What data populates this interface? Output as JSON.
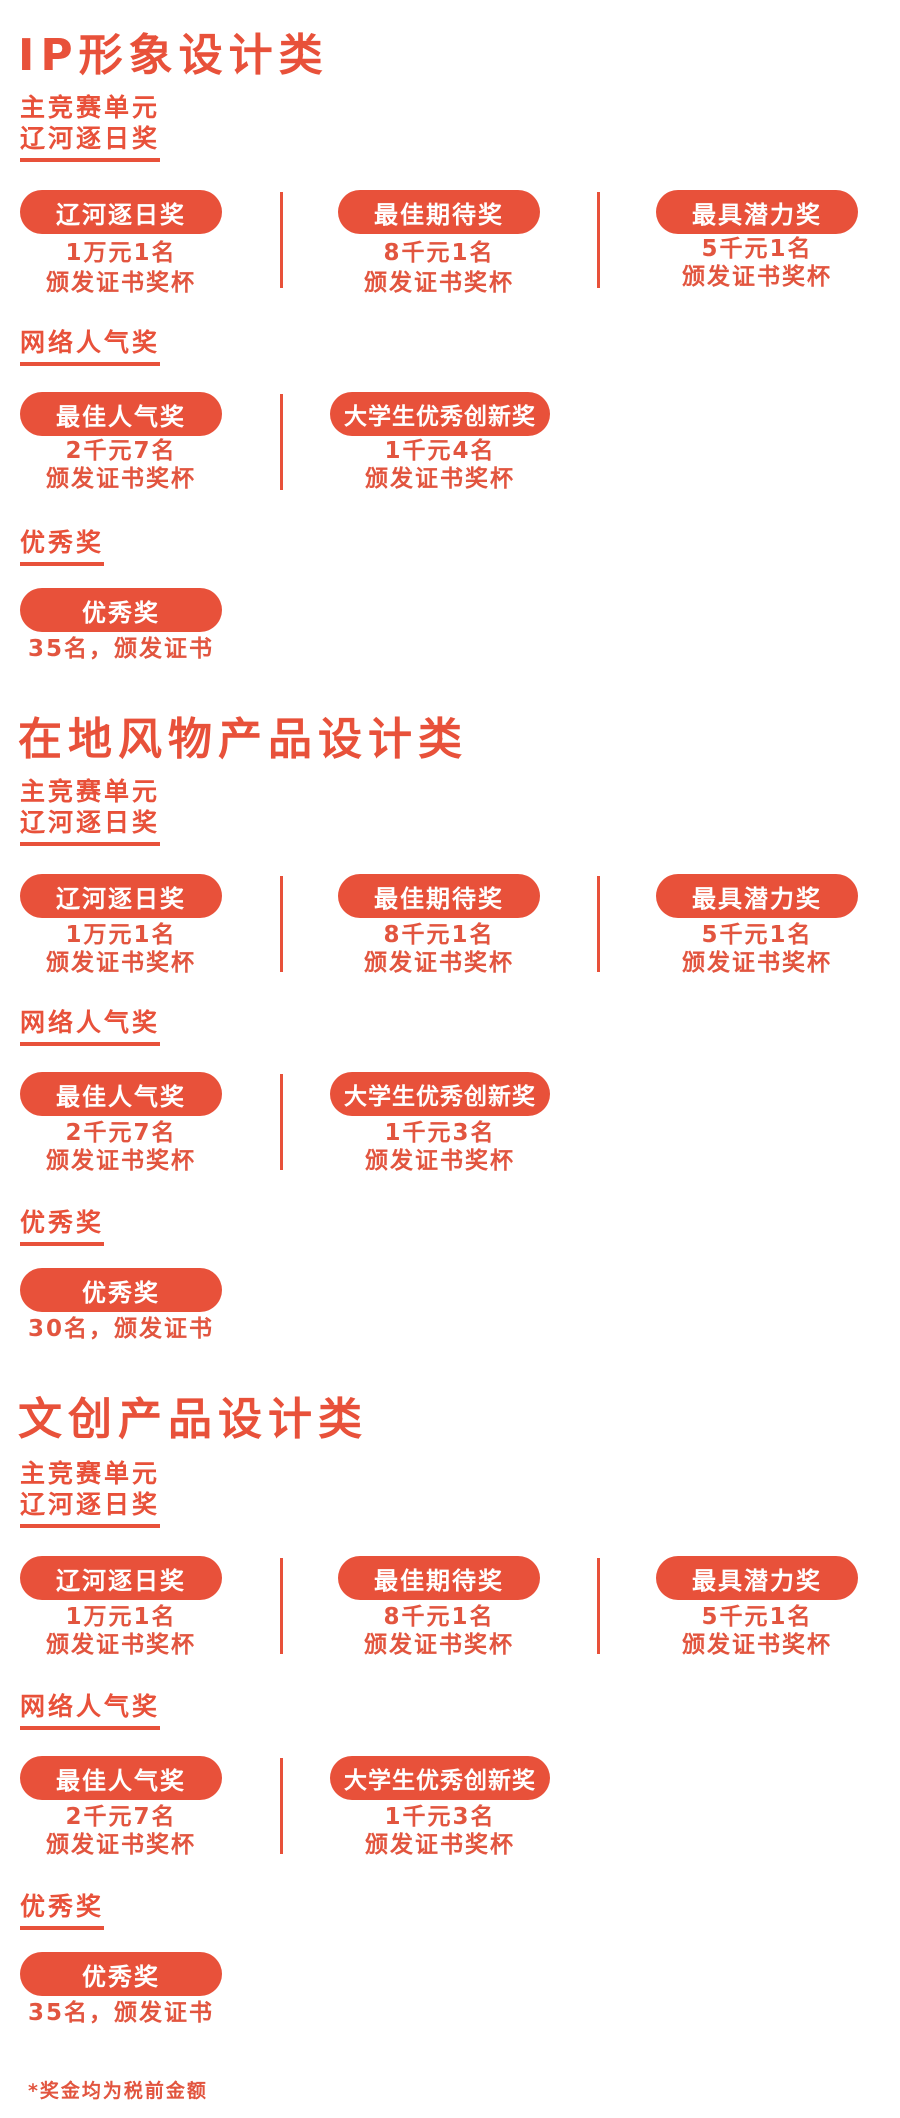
{
  "sections": [
    {
      "title": "IP形象设计类",
      "main_unit": "主竞赛单元",
      "main_award": "辽河逐日奖",
      "main_items": [
        {
          "name": "辽河逐日奖",
          "amount": "1万元1名",
          "prize": "颁发证书奖杯"
        },
        {
          "name": "最佳期待奖",
          "amount": "8千元1名",
          "prize": "颁发证书奖杯"
        },
        {
          "name": "最具潜力奖",
          "amount": "5千元1名",
          "prize": "颁发证书奖杯"
        }
      ],
      "popular_label": "网络人气奖",
      "popular_items": [
        {
          "name": "最佳人气奖",
          "amount": "2千元7名",
          "prize": "颁发证书奖杯"
        },
        {
          "name": "大学生优秀创新奖",
          "amount": "1千元4名",
          "prize": "颁发证书奖杯"
        }
      ],
      "excellent_label": "优秀奖",
      "excellent_item": {
        "name": "优秀奖",
        "desc": "35名，颁发证书"
      }
    },
    {
      "title": "在地风物产品设计类",
      "main_unit": "主竞赛单元",
      "main_award": "辽河逐日奖",
      "main_items": [
        {
          "name": "辽河逐日奖",
          "amount": "1万元1名",
          "prize": "颁发证书奖杯"
        },
        {
          "name": "最佳期待奖",
          "amount": "8千元1名",
          "prize": "颁发证书奖杯"
        },
        {
          "name": "最具潜力奖",
          "amount": "5千元1名",
          "prize": "颁发证书奖杯"
        }
      ],
      "popular_label": "网络人气奖",
      "popular_items": [
        {
          "name": "最佳人气奖",
          "amount": "2千元7名",
          "prize": "颁发证书奖杯"
        },
        {
          "name": "大学生优秀创新奖",
          "amount": "1千元3名",
          "prize": "颁发证书奖杯"
        }
      ],
      "excellent_label": "优秀奖",
      "excellent_item": {
        "name": "优秀奖",
        "desc": "30名，颁发证书"
      }
    },
    {
      "title": "文创产品设计类",
      "main_unit": "主竞赛单元",
      "main_award": "辽河逐日奖",
      "main_items": [
        {
          "name": "辽河逐日奖",
          "amount": "1万元1名",
          "prize": "颁发证书奖杯"
        },
        {
          "name": "最佳期待奖",
          "amount": "8千元1名",
          "prize": "颁发证书奖杯"
        },
        {
          "name": "最具潜力奖",
          "amount": "5千元1名",
          "prize": "颁发证书奖杯"
        }
      ],
      "popular_label": "网络人气奖",
      "popular_items": [
        {
          "name": "最佳人气奖",
          "amount": "2千元7名",
          "prize": "颁发证书奖杯"
        },
        {
          "name": "大学生优秀创新奖",
          "amount": "1千元3名",
          "prize": "颁发证书奖杯"
        }
      ],
      "excellent_label": "优秀奖",
      "excellent_item": {
        "name": "优秀奖",
        "desc": "35名，颁发证书"
      }
    }
  ],
  "footnote": "*奖金均为税前金额",
  "colors": {
    "accent": "#e8513a",
    "text": "#e2553f",
    "pill_text": "#ffffff"
  }
}
